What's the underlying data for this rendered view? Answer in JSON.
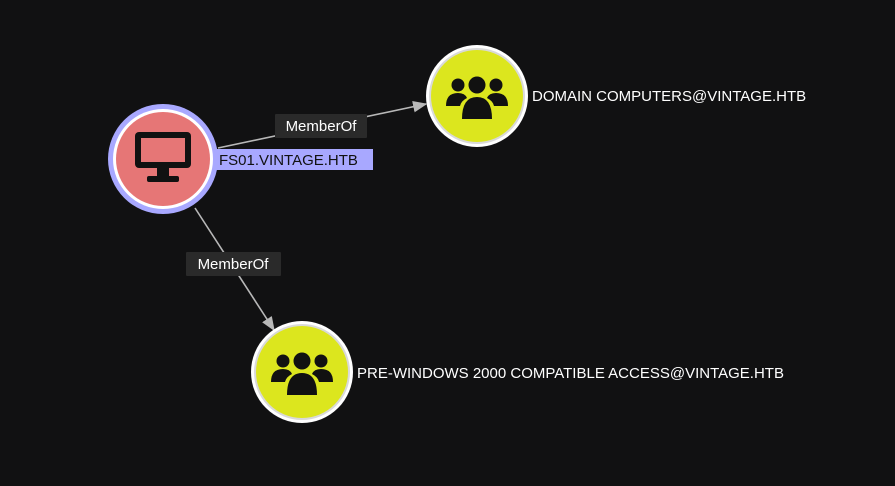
{
  "graph": {
    "nodes": [
      {
        "id": "fs01",
        "label": "FS01.VINTAGE.HTB",
        "kind": "computer",
        "icon": "monitor-icon",
        "fill_color": "#e67676",
        "ring_color": "#a8a8ff",
        "selected": true
      },
      {
        "id": "domain-computers",
        "label": "DOMAIN COMPUTERS@VINTAGE.HTB",
        "kind": "group",
        "icon": "users-group-icon",
        "fill_color": "#dce61e",
        "ring_color": "#ffffff",
        "selected": false
      },
      {
        "id": "pre-win2000",
        "label": "PRE-WINDOWS 2000 COMPATIBLE ACCESS@VINTAGE.HTB",
        "kind": "group",
        "icon": "users-group-icon",
        "fill_color": "#dce61e",
        "ring_color": "#ffffff",
        "selected": false
      }
    ],
    "edges": [
      {
        "source": "fs01",
        "target": "domain-computers",
        "label": "MemberOf"
      },
      {
        "source": "fs01",
        "target": "pre-win2000",
        "label": "MemberOf"
      }
    ],
    "colors": {
      "background": "#111112",
      "edge": "#b8b8b8",
      "selected_label_highlight": "#a8a8ff"
    }
  }
}
